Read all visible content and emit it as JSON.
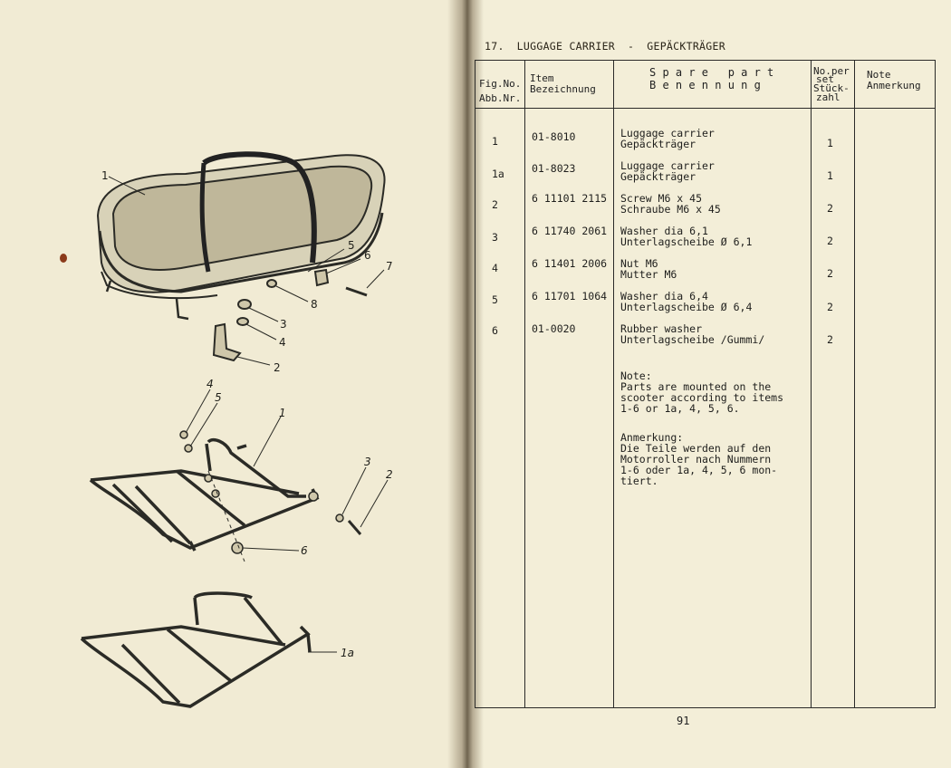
{
  "section": {
    "number": "17.",
    "title_en": "LUGGAGE CARRIER",
    "dash": "-",
    "title_de": "GEPÄCKTRÄGER"
  },
  "table": {
    "headers": {
      "fig_no": "Fig.No.",
      "abb_nr": "Abb.Nr.",
      "item": "Item",
      "bezeichnung": "Bezeichnung",
      "spare_part": "S p a r e   p a r t",
      "benennung": "B e n e n n u n g",
      "no_per_set": "No.per",
      "set": "set",
      "stueck": "Stück-",
      "zahl": "zahl",
      "note": "Note",
      "anmerkung": "Anmerkung"
    },
    "rows": [
      {
        "fig": "1",
        "item": "01-8010",
        "name_en": "Luggage carrier",
        "name_de": "Gepäckträger",
        "qty": "1"
      },
      {
        "fig": "1a",
        "item": "01-8023",
        "name_en": "Luggage carrier",
        "name_de": "Gepäckträger",
        "qty": "1"
      },
      {
        "fig": "2",
        "item": "6 11101 2115",
        "name_en": "Screw M6 x 45",
        "name_de": "Schraube M6 x 45",
        "qty": "2"
      },
      {
        "fig": "3",
        "item": "6 11740 2061",
        "name_en": "Washer dia 6,1",
        "name_de": "Unterlagscheibe Ø 6,1",
        "qty": "2"
      },
      {
        "fig": "4",
        "item": "6 11401 2006",
        "name_en": "Nut M6",
        "name_de": "Mutter M6",
        "qty": "2"
      },
      {
        "fig": "5",
        "item": "6 11701 1064",
        "name_en": "Washer dia 6,4",
        "name_de": "Unterlagscheibe Ø 6,4",
        "qty": "2"
      },
      {
        "fig": "6",
        "item": "01-0020",
        "name_en": "Rubber washer",
        "name_de": "Unterlagscheibe /Gummi/",
        "qty": "2"
      }
    ],
    "note_en": [
      "Note:",
      "Parts are mounted on the",
      "scooter according to items",
      "1-6 or 1a, 4, 5, 6."
    ],
    "note_de": [
      "Anmerkung:",
      "Die Teile werden auf den",
      "Motorroller nach Nummern",
      "1-6 oder 1a, 4, 5, 6 mon-",
      "tiert."
    ]
  },
  "page_number": "91",
  "figure_labels": {
    "top": [
      "1",
      "5",
      "6",
      "7",
      "8",
      "3",
      "4",
      "2"
    ],
    "middle": [
      "4",
      "5",
      "1",
      "3",
      "2",
      "6"
    ],
    "bottom": [
      "1a"
    ]
  }
}
